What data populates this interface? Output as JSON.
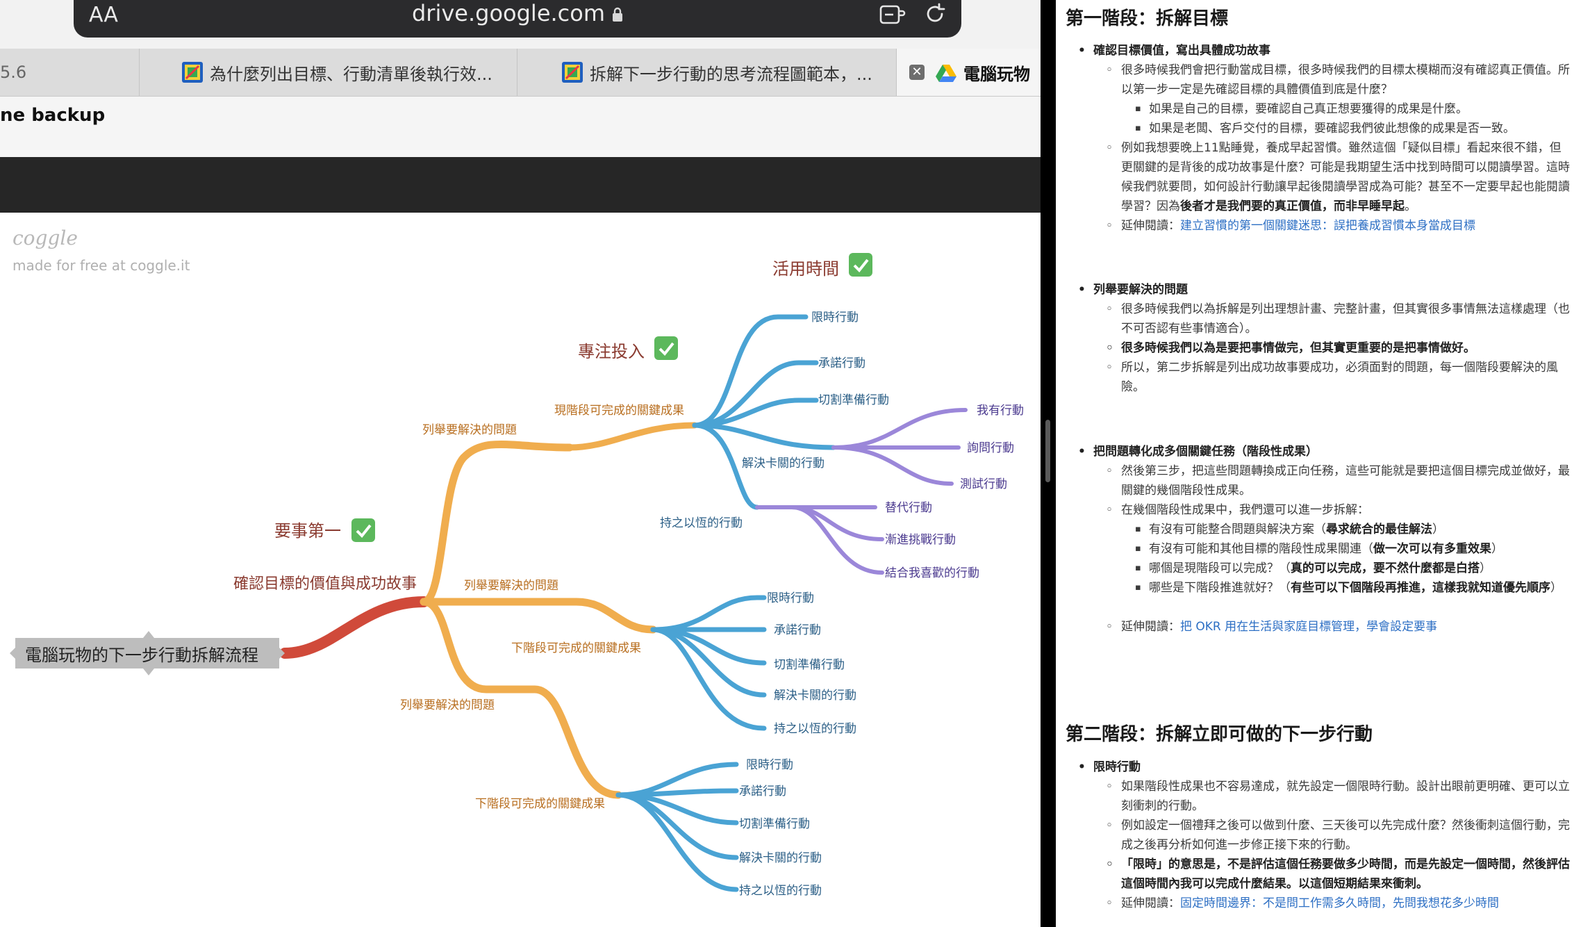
{
  "browser": {
    "aa_label": "AA",
    "domain": "drive.google.com",
    "tabs": [
      {
        "title": "5.6"
      },
      {
        "title": "為什麼列出目標、行動清單後執行效..."
      },
      {
        "title": "拆解下一步行動的思考流程圖範本，..."
      },
      {
        "title": "電腦玩物"
      }
    ],
    "close_tab_label": "✕",
    "doc_title": "ne backup"
  },
  "mindmap": {
    "watermark_logo": "coggle",
    "watermark_text": "made for free at coggle.it",
    "root": "電腦玩物的下一步行動拆解流程",
    "stage_labels": {
      "confirm": "確認目標的價值與成功故事",
      "first": "要事第一",
      "focus": "專注投入",
      "time": "活用時間"
    },
    "branches": {
      "problems_a": "列舉要解決的問題",
      "problems_b": "列舉要解決的問題",
      "problems_c": "列舉要解決的問題",
      "result_a": "現階段可完成的關鍵成果",
      "result_b": "下階段可完成的關鍵成果",
      "result_c": "下階段可完成的關鍵成果"
    },
    "actions_a": [
      "限時行動",
      "承諾行動",
      "切割準備行動"
    ],
    "stuck_label": "解決卡關的行動",
    "stuck_children": [
      "我有行動",
      "詢問行動",
      "測試行動"
    ],
    "persist_label": "持之以恆的行動",
    "persist_children": [
      "替代行動",
      "漸進挑戰行動",
      "結合我喜歡的行動"
    ],
    "actions_b": [
      "限時行動",
      "承諾行動",
      "切割準備行動",
      "解決卡關的行動",
      "持之以恆的行動"
    ],
    "actions_c": [
      "限時行動",
      "承諾行動",
      "切割準備行動",
      "解決卡關的行動",
      "持之以恆的行動"
    ],
    "colors": {
      "root": "#d04a3a",
      "stage": "#f0ad4e",
      "action": "#4aa3d4",
      "sub": "#9b87d9",
      "check": "#5cb85c"
    }
  },
  "article": {
    "section1_title": "第一階段：拆解目標",
    "s1_b1": "確認目標價值，寫出具體成功故事",
    "s1_b1_p1": "很多時候我們會把行動當成目標，很多時候我們的目標太模糊而沒有確認真正價值。所以第一步一定是先確認目標的具體價值到底是什麼？",
    "s1_b1_p1_a": "如果是自己的目標，要確認自己真正想要獲得的成果是什麼。",
    "s1_b1_p1_b": "如果是老闆、客戶交付的目標，要確認我們彼此想像的成果是否一致。",
    "s1_b1_p2_plain": "例如我想要晚上11點睡覺，養成早起習慣。雖然這個「疑似目標」看起來很不錯，但更關鍵的是背後的成功故事是什麼？可能是我期望生活中找到時間可以閱讀學習。這時候我們就要問，如何設計行動讓早起後閱讀學習成為可能？甚至不一定要早起也能閱讀學習？因為",
    "s1_b1_p2_bold": "後者才是我們要的真正價值，而非早睡早起",
    "s1_b1_p2_end": "。",
    "s1_b1_p3_label": "延伸閱讀：",
    "s1_b1_p3_link": "建立習慣的第一個關鍵迷思：誤把養成習慣本身當成目標",
    "s1_b2": "列舉要解決的問題",
    "s1_b2_p1": "很多時候我們以為拆解是列出理想計畫、完整計畫，但其實很多事情無法這樣處理（也不可否認有些事情適合）。",
    "s1_b2_p2": "很多時候我們以為是要把事情做完，但其實更重要的是把事情做好。",
    "s1_b2_p3": "所以，第二步拆解是列出成功故事要成功，必須面對的問題，每一個階段要解決的風險。",
    "s1_b3": "把問題轉化成多個關鍵任務（階段性成果）",
    "s1_b3_p1": "然後第三步，把這些問題轉換成正向任務，這些可能就是要把這個目標完成並做好，最關鍵的幾個階段性成果。",
    "s1_b3_p2": "在幾個階段性成果中，我們還可以進一步拆解：",
    "s1_b3_p2_a_plain": "有沒有可能整合問題與解決方案（",
    "s1_b3_p2_a_bold": "尋求統合的最佳解法",
    "s1_b3_p2_a_end": "）",
    "s1_b3_p2_b_plain": "有沒有可能和其他目標的階段性成果關連（",
    "s1_b3_p2_b_bold": "做一次可以有多重效果",
    "s1_b3_p2_b_end": "）",
    "s1_b3_p2_c_plain": "哪個是現階段可以完成？（",
    "s1_b3_p2_c_bold": "真的可以完成，要不然什麼都是白搭",
    "s1_b3_p2_c_end": "）",
    "s1_b3_p2_d_plain": "哪些是下階段推進就好？（",
    "s1_b3_p2_d_bold": "有些可以下個階段再推進，這樣我就知道優先順序",
    "s1_b3_p2_d_end": "）",
    "s1_b3_p3_label": "延伸閱讀：",
    "s1_b3_p3_link": "把 OKR 用在生活與家庭目標管理，學會設定要事",
    "section2_title": "第二階段：拆解立即可做的下一步行動",
    "s2_b1": "限時行動",
    "s2_b1_p1": "如果階段性成果也不容易達成，就先設定一個限時行動。設計出眼前更明確、更可以立刻衝刺的行動。",
    "s2_b1_p2": "例如設定一個禮拜之後可以做到什麼、三天後可以先完成什麼？然後衝刺這個行動，完成之後再分析如何進一步修正接下來的行動。",
    "s2_b1_p3_bold": "「限時」的意思是，不是評估這個任務要做多少時間，而是先設定一個時間，然後評估這個時間內我可以完成什麼結果。以這個短期結果來衝刺。",
    "s2_b1_p4_label": "延伸閱讀：",
    "s2_b1_p4_link": "固定時間邊界：不是問工作需多久時間，先問我想花多少時間"
  }
}
